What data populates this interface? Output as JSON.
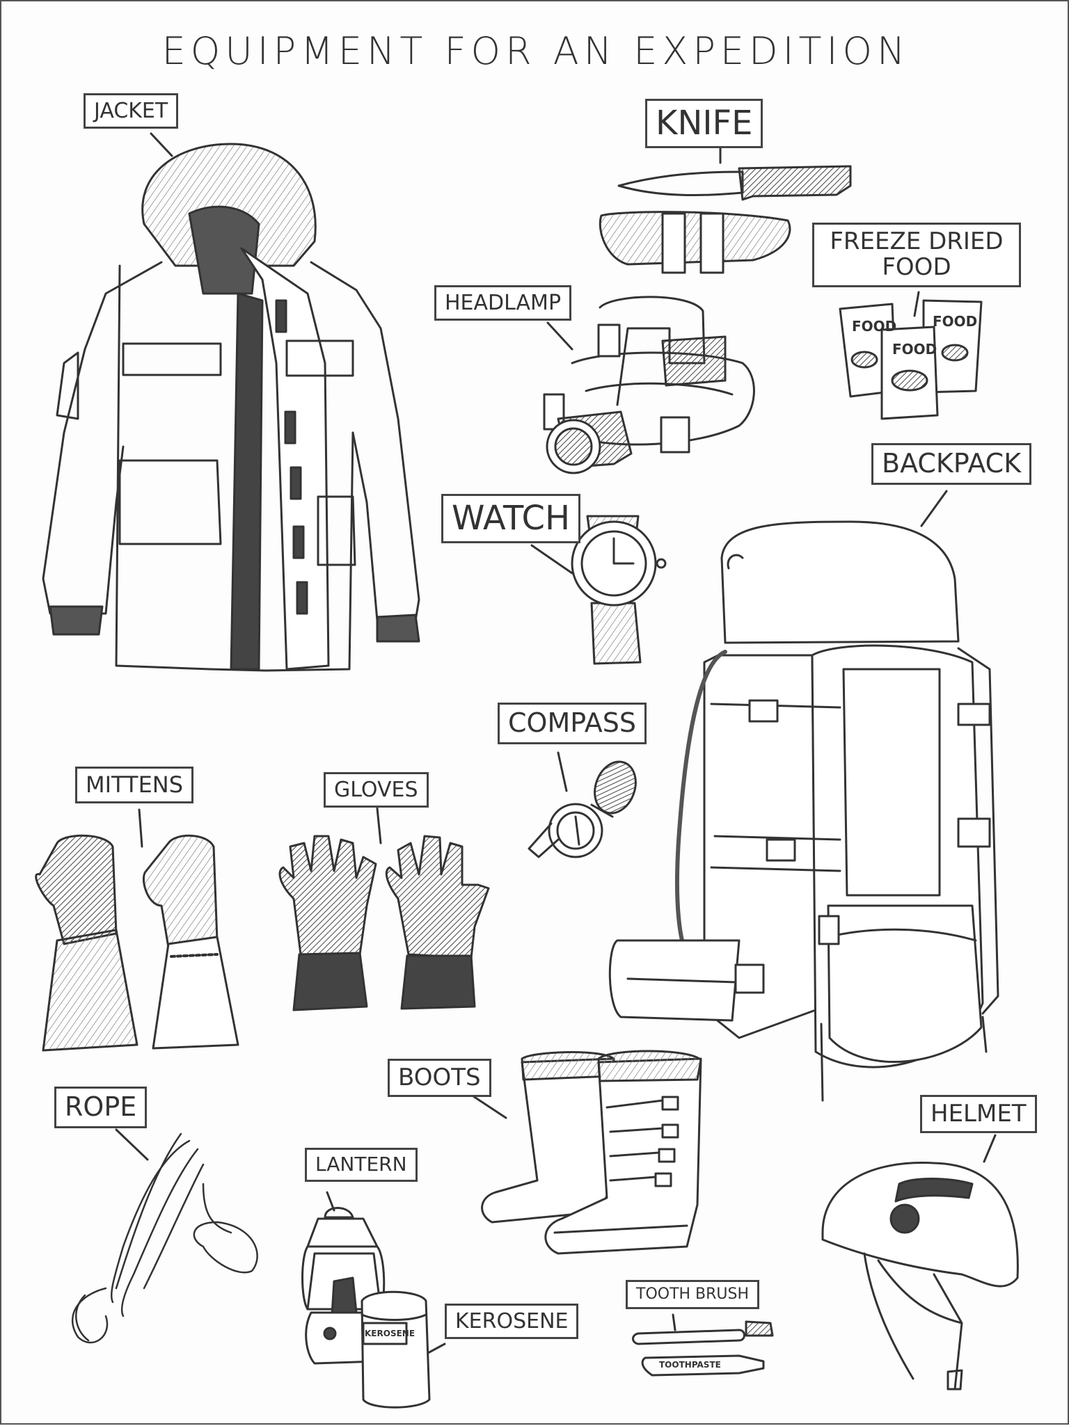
{
  "title": "EQUIPMENT FOR AN EXPEDITION",
  "labels": {
    "jacket": "JACKET",
    "knife": "KNIFE",
    "freeze_dried_food": "FREEZE DRIED FOOD",
    "headlamp": "HEADLAMP",
    "backpack": "BACKPACK",
    "watch": "WATCH",
    "compass": "COMPASS",
    "mittens": "MITTENS",
    "gloves": "GLOVES",
    "rope": "ROPE",
    "boots": "BOOTS",
    "helmet": "HELMET",
    "lantern": "LANTERN",
    "kerosene": "KEROSENE",
    "tooth_brush": "TOOTH BRUSH"
  },
  "item_text": {
    "food_pack": "FOOD",
    "kerosene_can": "KEROSENE",
    "toothpaste": "TOOTHPASTE"
  },
  "colors": {
    "ink": "#333333",
    "shade": "#555555",
    "paper": "#fdfdfd"
  }
}
